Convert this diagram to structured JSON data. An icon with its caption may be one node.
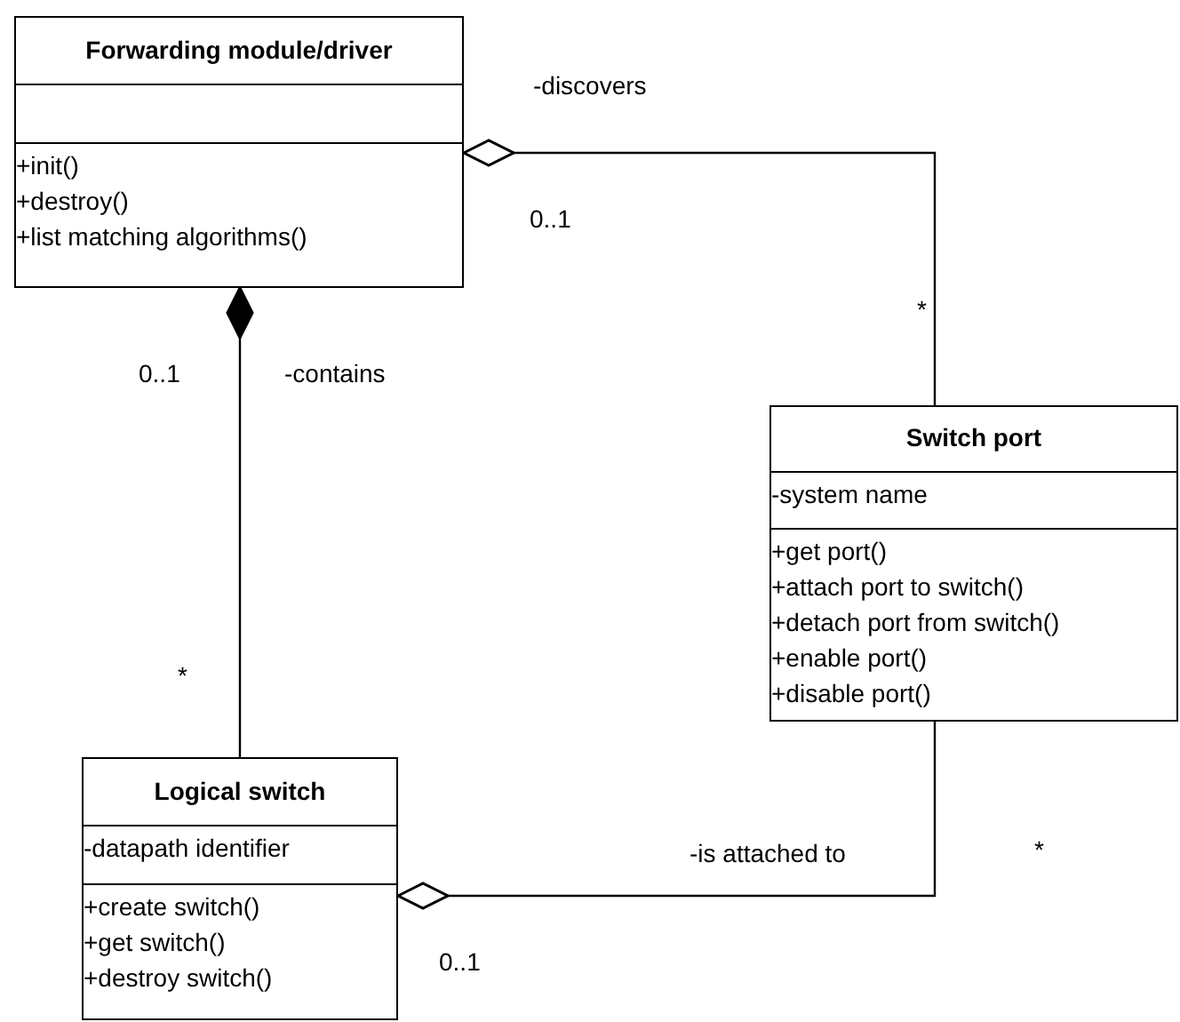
{
  "diagram": {
    "nodes": [
      {
        "text": [
          "Forwarding module/driver"
        ]
      },
      {
        "text": [],
        "shape": "box",
        "in": 0
      },
      {
        "text": [
          "+init()",
          "+destroy()",
          "+list matching algorithms()"
        ],
        "in": 0
      },
      {
        "text": [
          "Switch port"
        ]
      },
      {
        "text": [
          "-system name"
        ],
        "in": 3
      },
      {
        "text": [
          "+get port()",
          "+attach port to switch()",
          "+detach port from switch()",
          "+enable port()",
          "+disable port()"
        ],
        "in": 3
      },
      {
        "text": [
          "Logical switch"
        ]
      },
      {
        "text": [
          "-datapath identifier"
        ],
        "in": 6
      },
      {
        "text": [
          "+create switch()",
          "+get switch()",
          "+destroy switch()"
        ],
        "in": 6
      }
    ],
    "edges": [
      {
        "from": 0,
        "to": 3,
        "arrow": "other",
        "label": "-discovers"
      },
      {
        "from": 0,
        "to": 6,
        "arrow": "other",
        "label": "-contains"
      },
      {
        "from": 6,
        "to": 3,
        "arrow": "other",
        "label": "-is attached to"
      }
    ],
    "labels": [
      "0..1",
      "*",
      "0..1",
      "*",
      "*",
      "0..1"
    ]
  }
}
